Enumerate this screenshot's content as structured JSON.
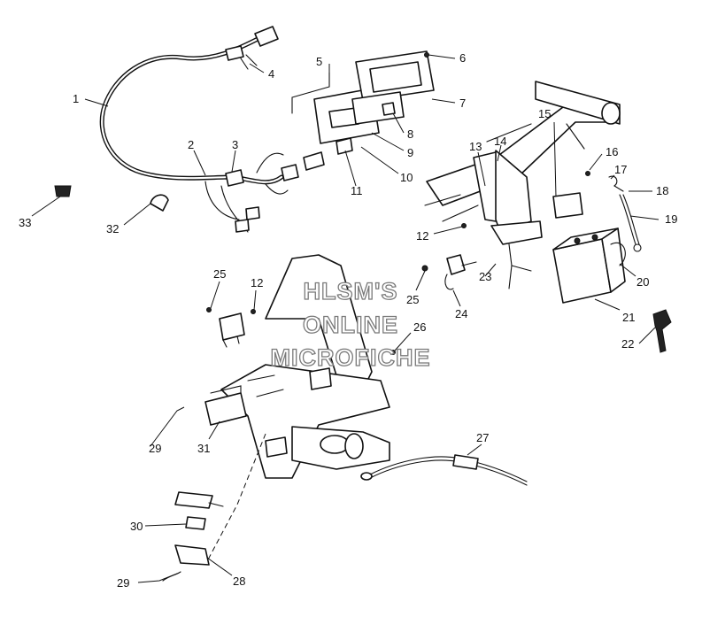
{
  "watermark": {
    "line1": "HLSM'S",
    "line2": "ONLINE",
    "line3": "MICROFICHE"
  },
  "callouts": {
    "c1": "1",
    "c2": "2",
    "c3": "3",
    "c4": "4",
    "c5": "5",
    "c6": "6",
    "c7": "7",
    "c8": "8",
    "c9": "9",
    "c10": "10",
    "c11": "11",
    "c12a": "12",
    "c12b": "12",
    "c13": "13",
    "c14": "14",
    "c15": "15",
    "c16": "16",
    "c17": "17",
    "c18": "18",
    "c19": "19",
    "c20": "20",
    "c21": "21",
    "c22": "22",
    "c23": "23",
    "c24": "24",
    "c25a": "25",
    "c25b": "25",
    "c26": "26",
    "c27": "27",
    "c28": "28",
    "c29a": "29",
    "c29b": "29",
    "c30": "30",
    "c31": "31",
    "c32": "32",
    "c33": "33"
  }
}
